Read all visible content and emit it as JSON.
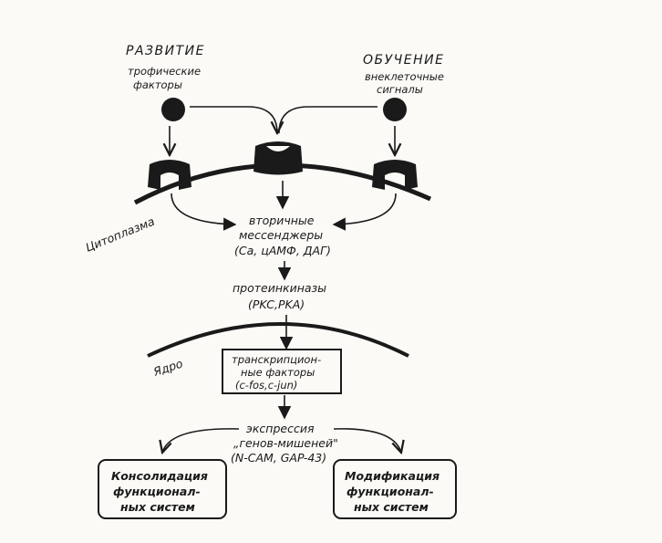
{
  "diagram": {
    "development": {
      "title": "РАЗВИТИЕ",
      "sub1": "трофические",
      "sub2": "факторы"
    },
    "learning": {
      "title": "ОБУЧЕНИЕ",
      "sub1": "внеклеточные",
      "sub2": "сигналы"
    },
    "cytoplasm_label": "Цитоплазма",
    "nucleus_label": "Ядро",
    "second_messengers": {
      "line1": "вторичные",
      "line2": "мессенджеры",
      "line3": "(Ca, цАМФ, ДАГ)"
    },
    "protein_kinases": {
      "line1": "протеинкиназы",
      "line2": "(PKC,PKA)"
    },
    "transcription_factors": {
      "line1": "транскрипцион-",
      "line2": "ные факторы",
      "line3": "(c-fos,c-jun)"
    },
    "gene_expression": {
      "line1": "экспрессия",
      "line2": "„генов-мишеней\"",
      "line3": "(N-CAM, GAP-43)"
    },
    "consolidation": {
      "line1": "Консолидация",
      "line2": "функционал-",
      "line3": "ных систем"
    },
    "modification": {
      "line1": "Модификация",
      "line2": "функционал-",
      "line3": "ных систем"
    }
  }
}
